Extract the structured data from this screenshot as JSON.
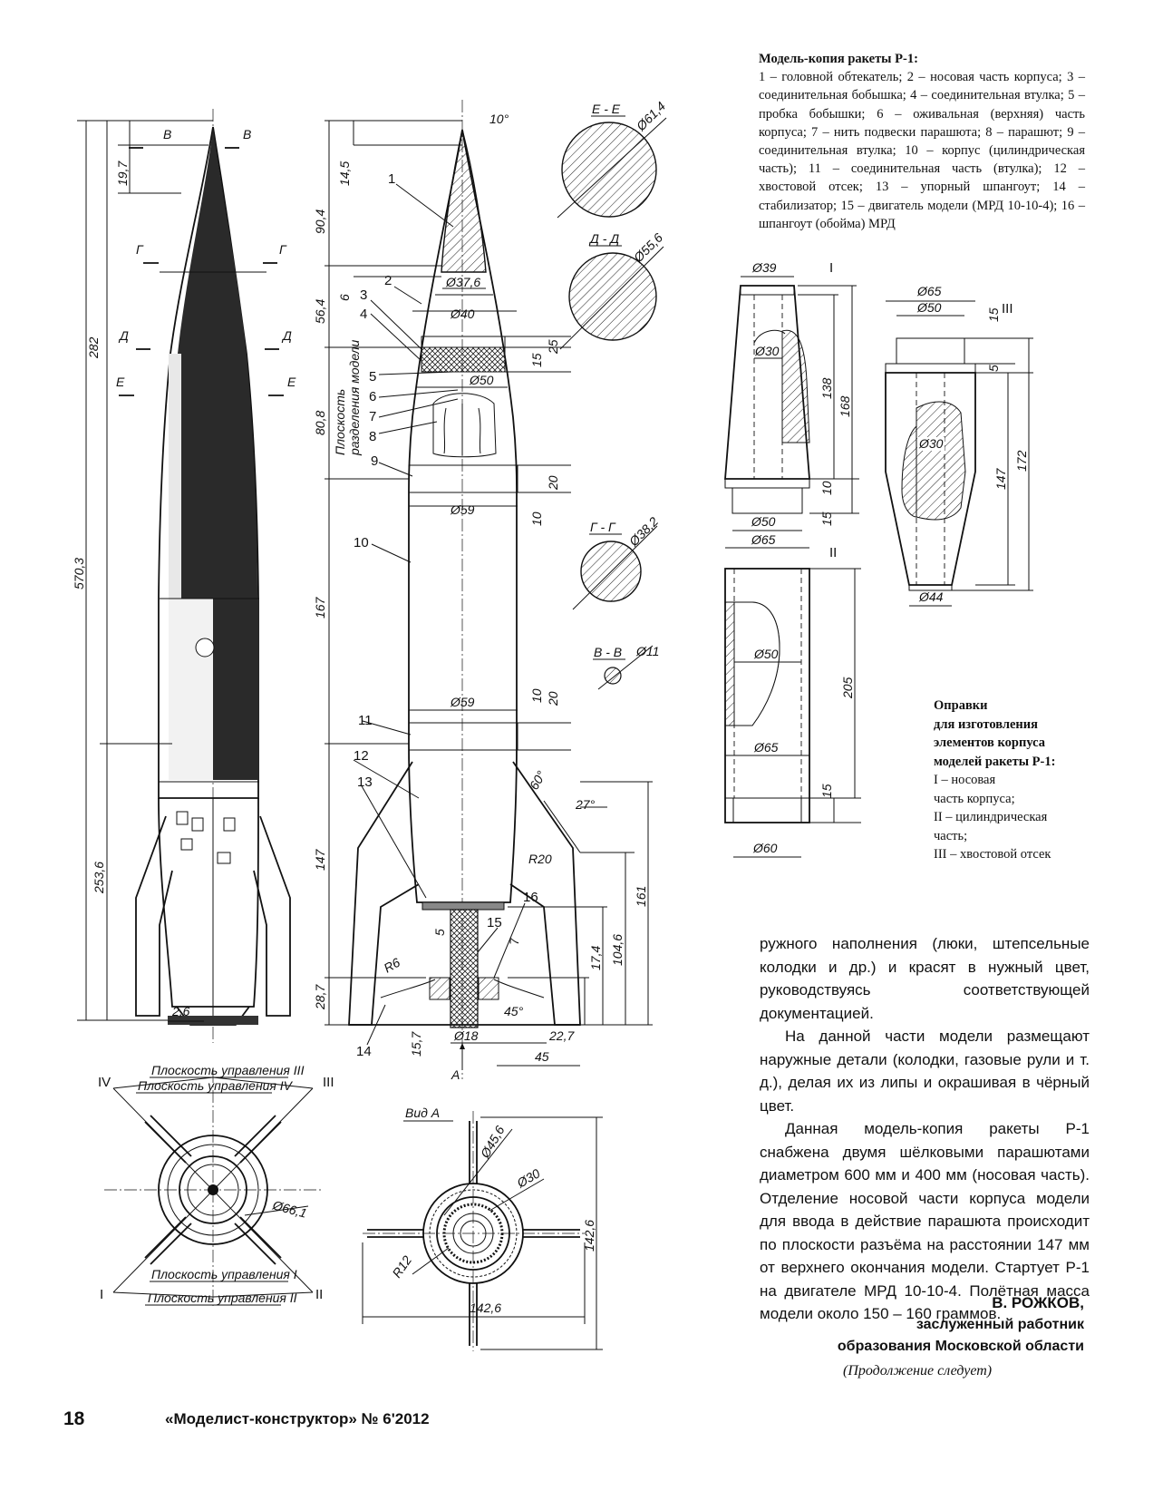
{
  "caption": {
    "title": "Модель-копия ракеты Р-1:",
    "text": "1 – головной обтекатель; 2 – носовая часть корпуса; 3 – соединительная бобышка; 4 – соединительная втулка; 5 – пробка бобышки; 6 – оживальная (верхняя) часть корпуса; 7 – нить подвески парашюта; 8 – парашют; 9 – соединительная втулка; 10 – корпус (цилиндрическая часть); 11 – соединительная часть (втулка); 12 – хвостовой отсек; 13 – упорный шпангоут; 14 – стабилизатор; 15 – двигатель модели (МРД 10-10-4); 16 – шпангоут (обойма) МРД"
  },
  "mandrels": {
    "title_lines": [
      "Оправки",
      "для изготовления",
      "элементов корпуса",
      "моделей ракеты Р-1:"
    ],
    "items": [
      "I – носовая",
      "часть корпуса;",
      "II – цилиндрическая",
      "часть;",
      "III – хвостовой отсек"
    ]
  },
  "article": {
    "paragraphs": [
      "ружного наполнения (люки, штепсельные колодки и др.) и красят в нужный цвет, руководствуясь соответствующей документацией.",
      "На данной части модели размещают наружные детали (колодки, газовые рули и т. д.), делая их из липы и окрашивая в чёрный цвет.",
      "Данная модель-копия ракеты Р-1 снабжена двумя шёлковыми парашютами диаметром 600 мм и 400 мм (носовая часть). Отделение носовой части корпуса модели для ввода в действие парашюта происходит по плоскости разъёма на расстоянии 147 мм от верхнего окончания модели. Стартует Р-1 на двигателе МРД 10-10-4. Полётная масса модели около 150 – 160 граммов."
    ]
  },
  "author": {
    "name": "В. РОЖКОВ,",
    "title_line1": "заслуженный работник",
    "title_line2": "образования Московской области"
  },
  "continued": "(Продолжение следует)",
  "footer": {
    "page_number": "18",
    "magazine": "«Моделист-конструктор» № 6'2012"
  },
  "drawing": {
    "side_view": {
      "section_marks": [
        "В",
        "В",
        "Г",
        "Г",
        "Д",
        "Д",
        "Е",
        "Е"
      ],
      "dims": [
        "19,7",
        "282",
        "570,3",
        "253,6",
        "2,6"
      ]
    },
    "section_view": {
      "dims": [
        "90,4",
        "14,5",
        "56,4",
        "6",
        "80,8",
        "167",
        "147",
        "28,7",
        "15,7",
        "10°",
        "Ø37,6",
        "Ø40",
        "Ø50",
        "Ø59",
        "Ø59",
        "25",
        "15",
        "20",
        "10",
        "10",
        "20",
        "60°",
        "27°",
        "R20",
        "161",
        "104,6",
        "17,4",
        "5",
        "7",
        "45°",
        "R6",
        "Ø18",
        "22,7",
        "45"
      ],
      "part_numbers": [
        "1",
        "2",
        "3",
        "4",
        "5",
        "6",
        "7",
        "8",
        "9",
        "10",
        "11",
        "12",
        "13",
        "14",
        "15",
        "16"
      ],
      "separation_plane": [
        "Плоскость",
        "разделения модели"
      ],
      "arrow_label": "A"
    },
    "cross_sections": [
      {
        "title": "Е - Е",
        "dia": "Ø61,4"
      },
      {
        "title": "Д - Д",
        "dia": "Ø55,6"
      },
      {
        "title": "Г - Г",
        "dia": "Ø38,2"
      },
      {
        "title": "В - В",
        "dia": "Ø11"
      }
    ],
    "mandrel_I": {
      "label": "I",
      "dims": [
        "Ø39",
        "Ø30",
        "138",
        "168",
        "10",
        "15",
        "Ø50",
        "Ø65"
      ]
    },
    "mandrel_II": {
      "label": "II",
      "dims": [
        "Ø50",
        "Ø65",
        "205",
        "15",
        "Ø60"
      ]
    },
    "mandrel_III": {
      "label": "III",
      "dims": [
        "Ø65",
        "Ø50",
        "15",
        "5",
        "Ø30",
        "147",
        "172",
        "Ø44"
      ]
    },
    "bottom_view": {
      "planes": [
        "Плоскость управления III",
        "Плоскость управления IV",
        "Плоскость управления I",
        "Плоскость управления II"
      ],
      "roman": [
        "IV",
        "III",
        "I",
        "II"
      ],
      "dia": "Ø66,1"
    },
    "view_a": {
      "title": "Вид А",
      "dims": [
        "Ø45,6",
        "Ø30",
        "R12",
        "142,6",
        "142,6"
      ]
    }
  }
}
